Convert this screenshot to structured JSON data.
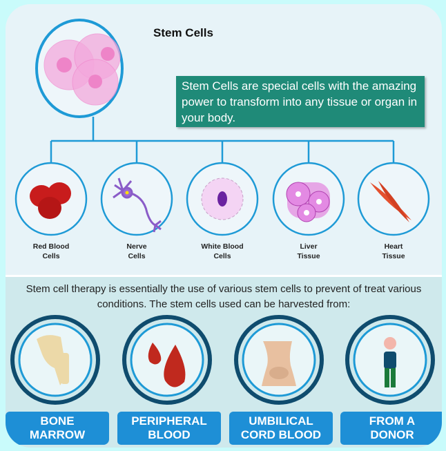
{
  "title": "Stem Cells",
  "description": "Stem Cells are special cells with the amazing power to transform into any tissue or organ in your body.",
  "cell_types": [
    {
      "label": "Red Blood\nCells",
      "line1": "Red Blood",
      "line2": "Cells",
      "icon": "red-blood-cells-icon"
    },
    {
      "label": "Nerve Cells",
      "line1": "Nerve",
      "line2": "Cells",
      "icon": "nerve-cell-icon"
    },
    {
      "label": "White Blood Cells",
      "line1": "White Blood",
      "line2": "Cells",
      "icon": "white-blood-cell-icon"
    },
    {
      "label": "Liver Tissue",
      "line1": "Liver",
      "line2": "Tissue",
      "icon": "liver-tissue-icon"
    },
    {
      "label": "Heart Tissue",
      "line1": "Heart",
      "line2": "Tissue",
      "icon": "heart-tissue-icon"
    }
  ],
  "intro": "Stem cell therapy is essentially the use of various stem cells to prevent of treat various conditions. The stem cells used can be harvested from:",
  "sources": [
    {
      "line1": "BONE",
      "line2": "MARROW",
      "icon": "bone-icon"
    },
    {
      "line1": "PERIPHERAL",
      "line2": "BLOOD",
      "icon": "blood-drops-icon"
    },
    {
      "line1": "UMBILICAL",
      "line2": "CORD BLOOD",
      "icon": "belly-icon"
    },
    {
      "line1": "FROM A",
      "line2": "DONOR",
      "icon": "person-icon"
    }
  ],
  "colors": {
    "background": "#c9fbfb",
    "card": "#e7f3f8",
    "accent_blue": "#1e9ad6",
    "teal_box": "#1f8a78",
    "banner": "#1e8fd6",
    "ring_dark": "#0f4c6e"
  }
}
